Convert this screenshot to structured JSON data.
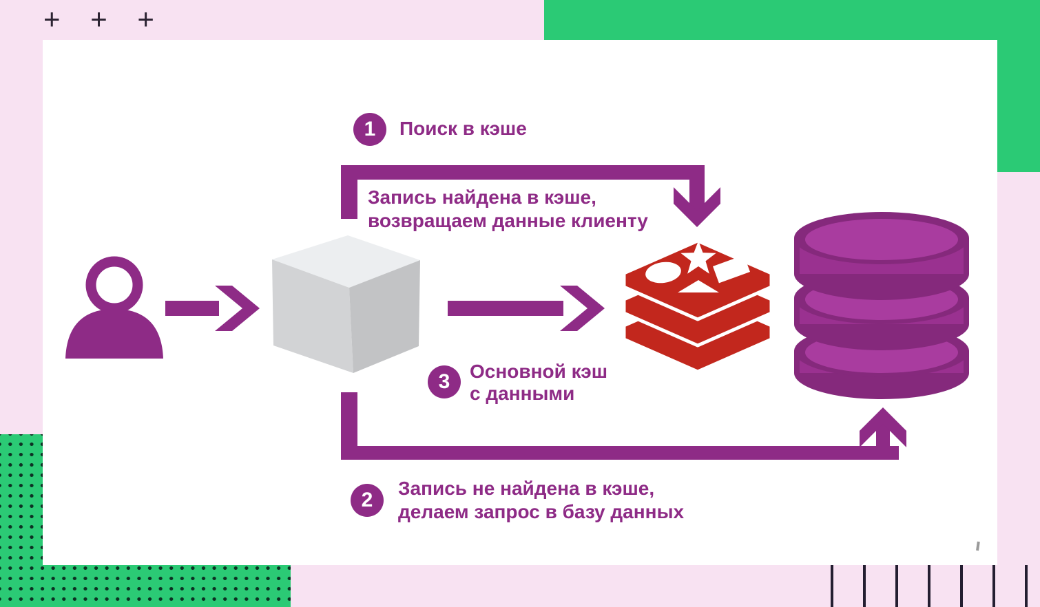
{
  "decor": {
    "plus_signs": "+ + +"
  },
  "colors": {
    "background_pink": "#f8e2f2",
    "accent_green": "#2bca75",
    "accent_purple": "#8e2b86",
    "redis_red": "#c2271d",
    "database_purple": "#9a3190",
    "dark_line": "#241e31"
  },
  "diagram": {
    "step1": {
      "number": "1",
      "label": "Поиск в кэше"
    },
    "cache_hit_note": {
      "line1": "Запись найдена в кэше,",
      "line2": "возвращаем данные клиенту"
    },
    "step3": {
      "number": "3",
      "line1": "Основной кэш",
      "line2": "с данными"
    },
    "step2": {
      "number": "2",
      "line1": "Запись не найдена в кэше,",
      "line2": "делаем запрос в базу данных"
    },
    "icons": {
      "user": "user-silhouette-icon",
      "app": "cube-3d-icon",
      "cache": "redis-logo-icon",
      "database": "database-cylinders-icon",
      "flow_hit": "cache-hit-arrow",
      "flow_miss": "cache-miss-arrow"
    }
  }
}
